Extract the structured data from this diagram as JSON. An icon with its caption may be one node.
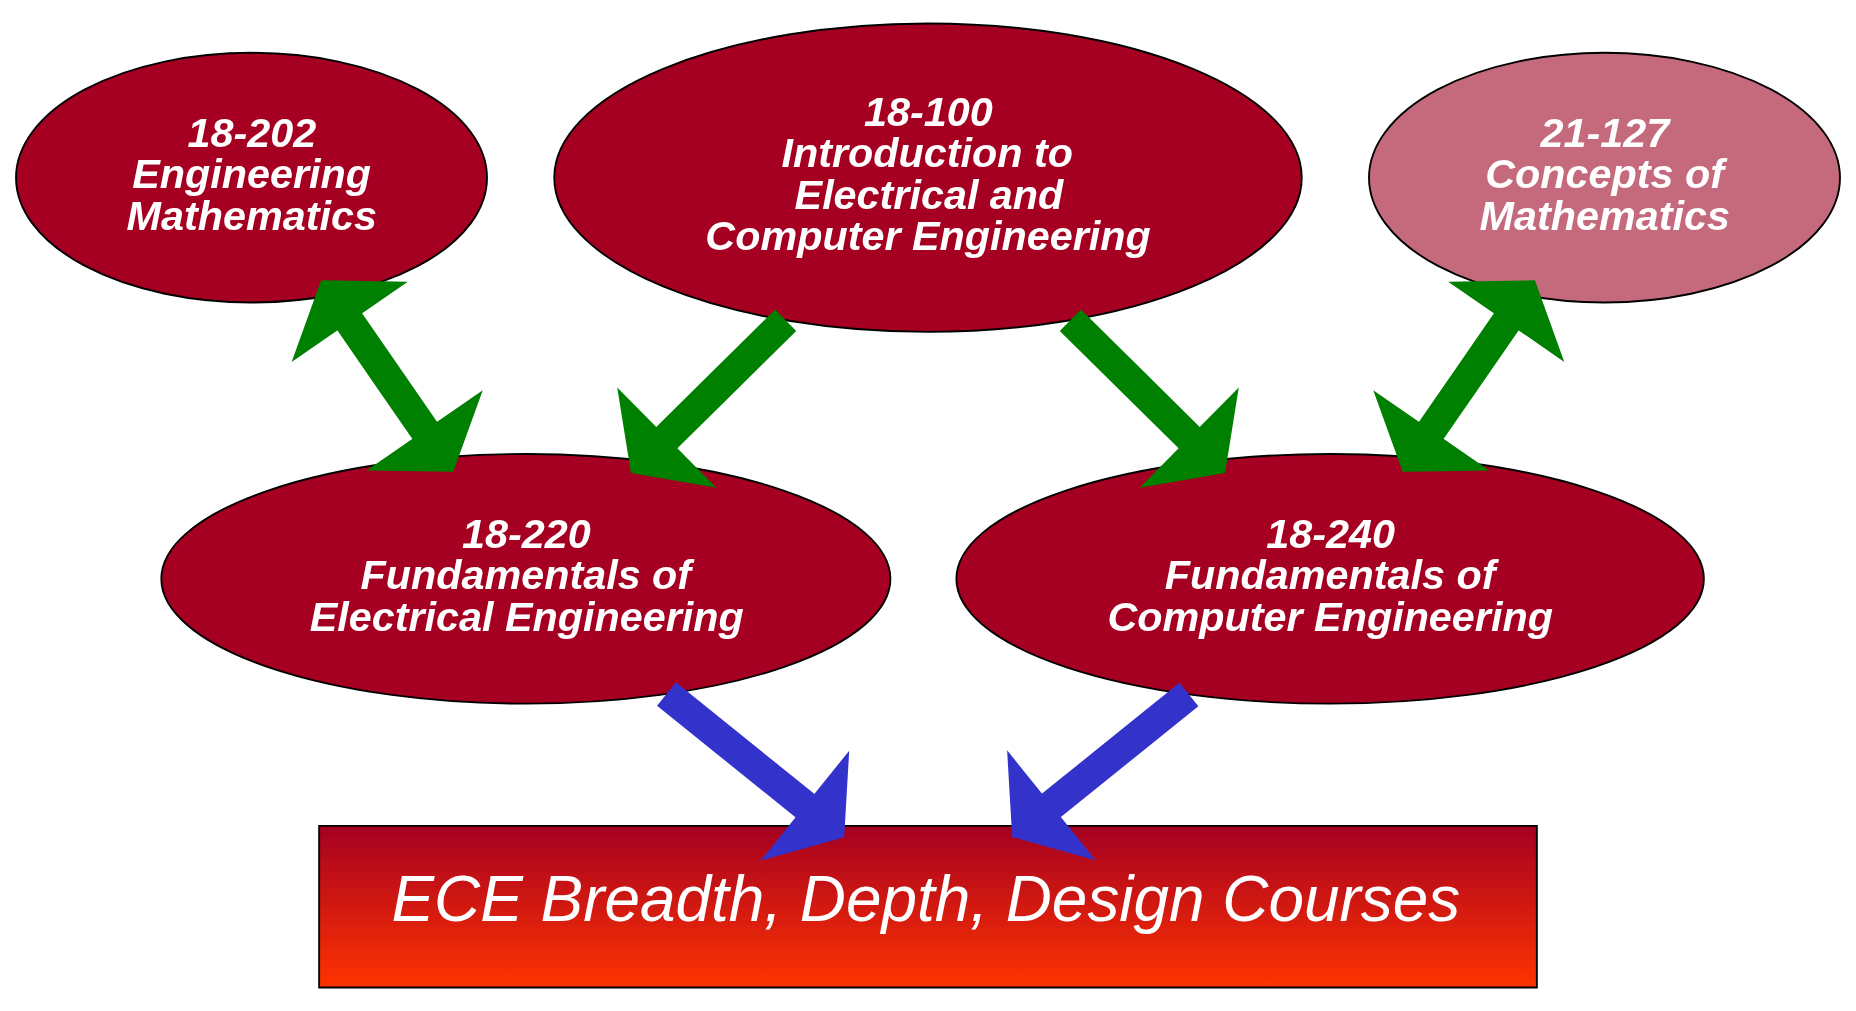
{
  "diagram": {
    "nodes": [
      {
        "text": [
          "18-202",
          "Engineering Mathematics"
        ]
      },
      {
        "text": [
          "18-100",
          "Introduction to Electrical and Computer Engineering"
        ]
      },
      {
        "text": [
          "21-127",
          "Concepts of Mathematics"
        ]
      },
      {
        "text": [
          "18-220",
          "Fundamentals of Electrical Engineering"
        ]
      },
      {
        "text": [
          "18-240",
          "Fundamentals of Computer Engineering"
        ]
      },
      {
        "text": [
          "ECE Breadth, Depth, Design Courses"
        ]
      }
    ],
    "edges": [
      {
        "from": 0,
        "to": 3,
        "arrow": "both"
      },
      {
        "from": 1,
        "to": 3,
        "arrow": "to"
      },
      {
        "from": 1,
        "to": 4,
        "arrow": "to"
      },
      {
        "from": 2,
        "to": 4,
        "arrow": "both"
      },
      {
        "from": 3,
        "to": 5,
        "arrow": "to",
        "color": "#3333cc"
      },
      {
        "from": 4,
        "to": 5,
        "arrow": "to",
        "color": "#3333cc"
      }
    ]
  }
}
